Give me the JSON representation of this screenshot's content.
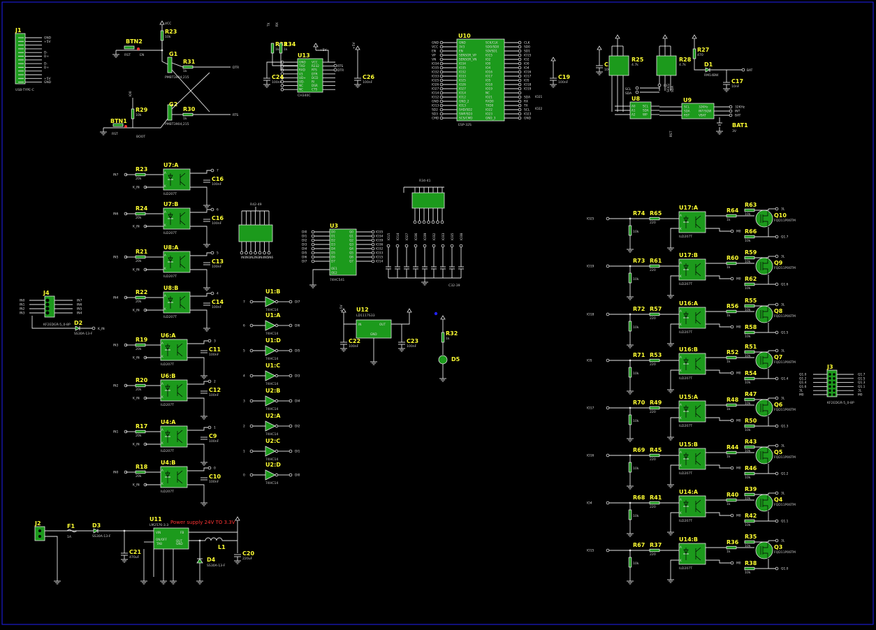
{
  "colors": {
    "background": "#000000",
    "wire": "#e6e6e6",
    "body": "#1c9a1c",
    "ref": "#ffff33",
    "border": "#1a1acc",
    "note": "#ff3333",
    "probe": "#2222ff"
  },
  "note": "Power supply 24V TO 3.3V",
  "j1": {
    "ref": "J1",
    "value": "USB-TYPE-C",
    "pins": [
      "GND",
      "+5V",
      "",
      "",
      "D-",
      "D+",
      "",
      "D-",
      "D+",
      "",
      "",
      "+5V",
      "GND"
    ]
  },
  "btn2": {
    "ref": "BTN2",
    "pin": "RST",
    "net": "EN"
  },
  "btn1": {
    "ref": "BTN1",
    "pin": "RST",
    "net": "BOOT"
  },
  "r23": {
    "ref": "R23",
    "value": "10k",
    "net": "VCC"
  },
  "r29": {
    "ref": "R29",
    "value": "10k",
    "net": "IO0"
  },
  "g1": {
    "ref": "G1",
    "value": "PMBT3904,215"
  },
  "g2": {
    "ref": "G2",
    "value": "PMBT3904,215"
  },
  "r31": {
    "ref": "R31",
    "value": "1k",
    "net": "DTR"
  },
  "r30": {
    "ref": "R30",
    "value": "1k",
    "net": "RTS"
  },
  "u13": {
    "ref": "U13",
    "value": "CH340C",
    "left": [
      "GND",
      "TXD",
      "RXD",
      "V3",
      "UD+",
      "UD-",
      "NC",
      "NC"
    ],
    "right": [
      "VCC",
      "R232",
      "RTS",
      "DTR",
      "DCD",
      "RI",
      "DSR",
      "CTS"
    ],
    "nets": [
      "RTS",
      "DTR"
    ]
  },
  "r33": {
    "ref": "R33",
    "value": "1k"
  },
  "r34": {
    "ref": "R34",
    "value": "1k"
  },
  "c24": {
    "ref": "C24",
    "value": "100nF"
  },
  "c26": {
    "ref": "C26",
    "value": "100nF"
  },
  "p5v": "+5V",
  "u10": {
    "ref": "U10",
    "value": "ESP-32S",
    "left": [
      "GND",
      "3V3",
      "EN",
      "SENSOR_VP",
      "SENSOR_VN",
      "IO34",
      "IO35",
      "IO32",
      "IO33",
      "IO25",
      "IO26",
      "IO27",
      "IO14",
      "IO12",
      "GND_2",
      "IO13",
      "SHD/SD2",
      "SWP/SD3",
      "SCS/CMD"
    ],
    "right": [
      "SCK/CLK",
      "SDO/SD0",
      "SDI/SD1",
      "IO15",
      "IO2",
      "IO0",
      "IO4",
      "IO16",
      "IO17",
      "IO5",
      "IO18",
      "IO19",
      "NC",
      "IO21",
      "RXD0",
      "TXD0",
      "IO22",
      "IO23",
      "GND_3"
    ],
    "lnet": [
      "GND",
      "VCC",
      "EN",
      "VP",
      "VN",
      "IO34",
      "IO35",
      "IO32",
      "IO33",
      "IO25",
      "IO26",
      "IO27",
      "IO14",
      "IO12",
      "GND",
      "IO13",
      "SD2",
      "SD3",
      "CMD"
    ],
    "rnet": [
      "CLK",
      "SD0",
      "SD1",
      "IO15",
      "IO2",
      "IO0",
      "IO4",
      "IO16",
      "IO17",
      "IO5",
      "IO18",
      "IO19",
      "",
      "SDA",
      "RX",
      "TX",
      "SCL",
      "IO23",
      "GND"
    ],
    "extra": [
      "IO21",
      "IO22"
    ]
  },
  "c19": {
    "ref": "C19",
    "value": "100nF"
  },
  "c18": {
    "ref": "C18",
    "value": "100nF"
  },
  "r25": {
    "ref": "R25",
    "value": "4.7k"
  },
  "r28": {
    "ref": "R28",
    "value": "4.7k"
  },
  "r27": {
    "ref": "R27",
    "value": "470"
  },
  "d1": {
    "ref": "D1",
    "value": "RM14BW",
    "net": "BAT"
  },
  "c17": {
    "ref": "C17",
    "value": "10nF"
  },
  "u8": {
    "ref": "U8",
    "pins": [
      "A0",
      "A1",
      "A2",
      "SCL",
      "SDA",
      "WP"
    ],
    "nets": [
      "SCL",
      "SDA"
    ]
  },
  "u9": {
    "ref": "U9",
    "left": [
      "SCL",
      "SDA",
      "RST"
    ],
    "right": [
      "32KHz",
      "INT/SQW",
      "VBAT"
    ],
    "nets": [
      "32KHz",
      "INT",
      "BAT"
    ],
    "extra": [
      "SCL",
      "SDA",
      "RST"
    ]
  },
  "bat1": {
    "ref": "BAT1",
    "value": "3V"
  },
  "inputs": [
    {
      "u": "U7:A",
      "r": "R23",
      "c": "C16",
      "net": "IN7",
      "out": "7"
    },
    {
      "u": "U7:B",
      "r": "R24",
      "c": "C16",
      "net": "IN6",
      "out": "6"
    },
    {
      "u": "U8:A",
      "r": "R21",
      "c": "C13",
      "net": "IN5",
      "out": "5"
    },
    {
      "u": "U8:B",
      "r": "R22",
      "c": "C14",
      "net": "IN4",
      "out": "4"
    },
    {
      "u": "U6:A",
      "r": "R19",
      "c": "C11",
      "net": "IN3",
      "out": "3"
    },
    {
      "u": "U6:B",
      "r": "R20",
      "c": "C12",
      "net": "IN2",
      "out": "2"
    },
    {
      "u": "U4:A",
      "r": "R17",
      "c": "C9",
      "net": "IN1",
      "out": "1"
    },
    {
      "u": "U4:B",
      "r": "R18",
      "c": "C10",
      "net": "IN0",
      "out": "0"
    }
  ],
  "in_common": {
    "rv": "20k",
    "cv": "100nF",
    "kin": "K_IN",
    "uv": "ILD207T"
  },
  "j4": {
    "ref": "J4",
    "value": "KF2EDGR-5_0-8P",
    "left": [
      "IN0",
      "IN1",
      "IN2",
      "IN3"
    ],
    "right": [
      "IN7",
      "IN6",
      "IN5",
      "IN4"
    ]
  },
  "d2": {
    "ref": "D2",
    "value": "SS30A-13-F",
    "net": "K_IN"
  },
  "r42": {
    "ref": "R42-49"
  },
  "u3": {
    "ref": "U3",
    "value": "74HC541",
    "left": [
      "DI0",
      "DI1",
      "DI2",
      "DI3",
      "DI4",
      "DI5",
      "DI6",
      "DI7"
    ],
    "right": [
      "IO35",
      "IO34",
      "IO39",
      "IO36",
      "IO32",
      "IO33",
      "IO15",
      "IO14"
    ]
  },
  "r34r": {
    "ref": "R34-41"
  },
  "caps": {
    "ref": "C32-39",
    "nets": [
      "IO15",
      "IO14",
      "IO27",
      "IO36",
      "IO39",
      "IO32",
      "IO33",
      "IO35",
      "IO38"
    ]
  },
  "inv": [
    {
      "u": "U1:B",
      "in": "7",
      "out": "DI7"
    },
    {
      "u": "U1:A",
      "in": "6",
      "out": "DI6"
    },
    {
      "u": "U1:D",
      "in": "5",
      "out": "DI5"
    },
    {
      "u": "U1:C",
      "in": "4",
      "out": "DI3"
    },
    {
      "u": "U2:B",
      "in": "3",
      "out": "DI4"
    },
    {
      "u": "U2:A",
      "in": "2",
      "out": "DI2"
    },
    {
      "u": "U2:C",
      "in": "1",
      "out": "DI1"
    },
    {
      "u": "U2:D",
      "in": "0",
      "out": "DI0"
    }
  ],
  "inv_val": "74HC14",
  "u12": {
    "ref": "U12",
    "value": "LD1117S33",
    "pins": [
      "IN",
      "OUT",
      "GND"
    ]
  },
  "c22": {
    "ref": "C22",
    "value": "100nF"
  },
  "c23": {
    "ref": "C23",
    "value": "100nF"
  },
  "r32": {
    "ref": "R32",
    "value": "1k"
  },
  "d5": {
    "ref": "D5"
  },
  "outputs": [
    {
      "io": "IO25",
      "rpd": "R74",
      "rin": "R65",
      "u": "U17:A",
      "rg": "R64",
      "rt": "R63",
      "rb": "R66",
      "q": "Q10",
      "o": "Q1.7"
    },
    {
      "io": "IO19",
      "rpd": "R73",
      "rin": "R61",
      "u": "U17:B",
      "rg": "R60",
      "rt": "R59",
      "rb": "R62",
      "q": "Q9",
      "o": "Q1.6"
    },
    {
      "io": "IO18",
      "rpd": "R72",
      "rin": "R57",
      "u": "U16:A",
      "rg": "R56",
      "rt": "R55",
      "rb": "R58",
      "q": "Q8",
      "o": "Q1.5"
    },
    {
      "io": "IO5",
      "rpd": "R71",
      "rin": "R53",
      "u": "U16:B",
      "rg": "R52",
      "rt": "R51",
      "rb": "R54",
      "q": "Q7",
      "o": "Q1.4"
    },
    {
      "io": "IO17",
      "rpd": "R70",
      "rin": "R49",
      "u": "U15:A",
      "rg": "R48",
      "rt": "R47",
      "rb": "R50",
      "q": "Q6",
      "o": "Q1.3"
    },
    {
      "io": "IO16",
      "rpd": "R69",
      "rin": "R45",
      "u": "U15:B",
      "rg": "R44",
      "rt": "R43",
      "rb": "R46",
      "q": "Q5",
      "o": "Q1.2"
    },
    {
      "io": "IO4",
      "rpd": "R68",
      "rin": "R41",
      "u": "U14:A",
      "rg": "R40",
      "rt": "R39",
      "rb": "R42",
      "q": "Q4",
      "o": "Q1.1"
    },
    {
      "io": "IO15",
      "rpd": "R67",
      "rin": "R37",
      "u": "U14:B",
      "rg": "R36",
      "rt": "R35",
      "rb": "R38",
      "q": "Q3",
      "o": "Q1.0"
    }
  ],
  "out_common": {
    "rpdv": "10k",
    "rinv": "220",
    "rgv": "1k",
    "rtv": "10k",
    "rbv": "10k",
    "qv": "FQD11P06TM",
    "uv": "ILD207T",
    "sl": "3L",
    "m0": "M0"
  },
  "j3": {
    "ref": "J3",
    "value": "KF2EDGR-5_0-8P",
    "left": [
      "Q1.0",
      "Q1.2",
      "Q1.4",
      "Q1.6",
      "3L",
      "M0"
    ],
    "right": [
      "Q1.7",
      "Q1.5",
      "Q1.3",
      "Q1.1",
      "3L",
      "M0"
    ]
  },
  "j2": {
    "ref": "J2"
  },
  "f1": {
    "ref": "F1",
    "value": "1A"
  },
  "d3": {
    "ref": "D3",
    "value": "SS30A-13-F"
  },
  "u11": {
    "ref": "U11",
    "value": "LM2576-3.3",
    "pins": [
      "VIN",
      "FB",
      "ON/OFF",
      "OUT",
      "TAB",
      "GND"
    ]
  },
  "l1": {
    "ref": "L1"
  },
  "d4": {
    "ref": "D4",
    "value": "SS30A-13-F"
  },
  "c21": {
    "ref": "C21",
    "value": "470uF"
  },
  "c20": {
    "ref": "C20",
    "value": "220uF"
  }
}
